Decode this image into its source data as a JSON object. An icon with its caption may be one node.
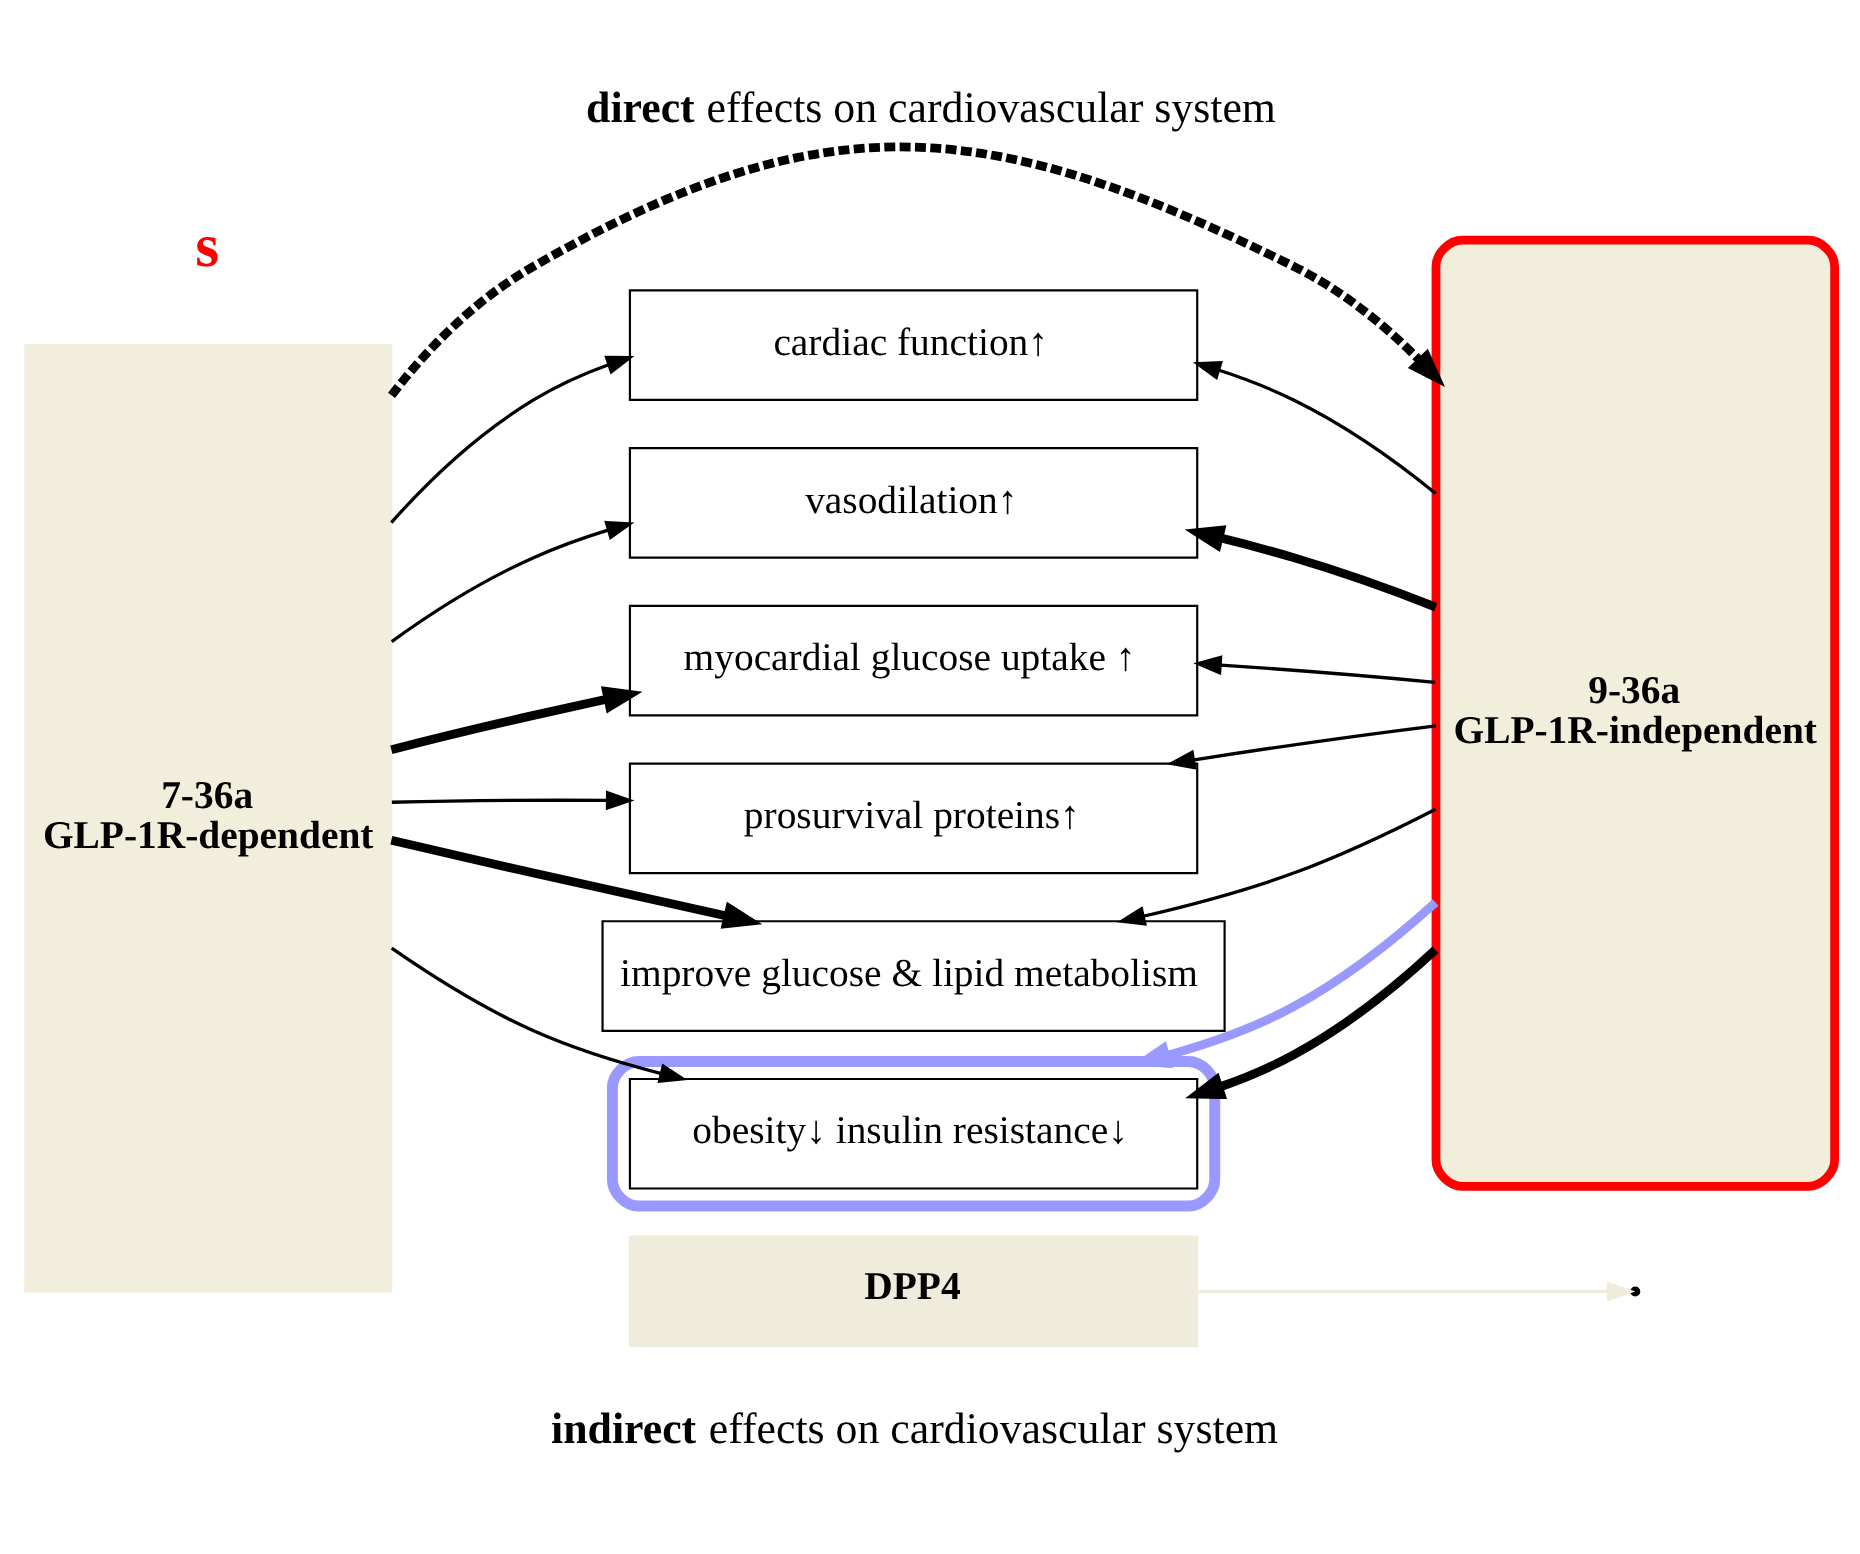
{
  "diagram": {
    "title": "**direct** effects on cardiovascular system",
    "caption": "**indirect** effects on cardiovascular system",
    "nodes": [
      {
        "text": [
          "7-36a",
          "GLP-1R-dependent"
        ]
      },
      {
        "text": [
          "9-36a",
          "GLP-1R-independent"
        ]
      },
      {
        "text": [
          "cardiac function↑"
        ]
      },
      {
        "text": [
          "vasodilation↑"
        ]
      },
      {
        "text": [
          "myocardial glucose uptake ↑"
        ]
      },
      {
        "text": [
          "prosurvival proteins↑"
        ]
      },
      {
        "text": [
          "DPP4"
        ]
      },
      {
        "text": [
          "improve glucose & lipid metabolism"
        ]
      },
      {
        "text": [],
        "shape": "box"
      },
      {
        "text": [
          "obesity↓ insulin resistance↓"
        ],
        "in": 8
      }
    ],
    "edges": [
      {
        "from": 0,
        "to": 2,
        "arrow": "to"
      },
      {
        "from": 0,
        "to": 3,
        "arrow": "to"
      },
      {
        "from": 0,
        "to": 4,
        "arrow": "to",
        "style": "thick"
      },
      {
        "from": 0,
        "to": 5,
        "arrow": "to"
      },
      {
        "from": 1,
        "to": 2,
        "arrow": "to"
      },
      {
        "from": 1,
        "to": 3,
        "arrow": "to",
        "style": "thick"
      },
      {
        "from": 1,
        "to": 4,
        "arrow": "to"
      },
      {
        "from": 1,
        "to": 5,
        "arrow": "to"
      },
      {
        "from": 0,
        "to": 1,
        "arrow": "to",
        "style": "dashed"
      },
      {
        "from": 6,
        "to": null,
        "arrow": "to",
        "color": "#f0ecdc"
      },
      {
        "from": 0,
        "to": 7,
        "arrow": "to",
        "style": "thick"
      },
      {
        "from": 0,
        "to": 9,
        "arrow": "to"
      },
      {
        "from": 1,
        "to": 7,
        "arrow": "to"
      },
      {
        "from": 1,
        "to": 9,
        "arrow": "to",
        "style": "thick"
      },
      {
        "from": 1,
        "to": 8,
        "arrow": "to",
        "style": "thick",
        "color": "#9999ff"
      }
    ],
    "labels": [
      "s"
    ]
  }
}
